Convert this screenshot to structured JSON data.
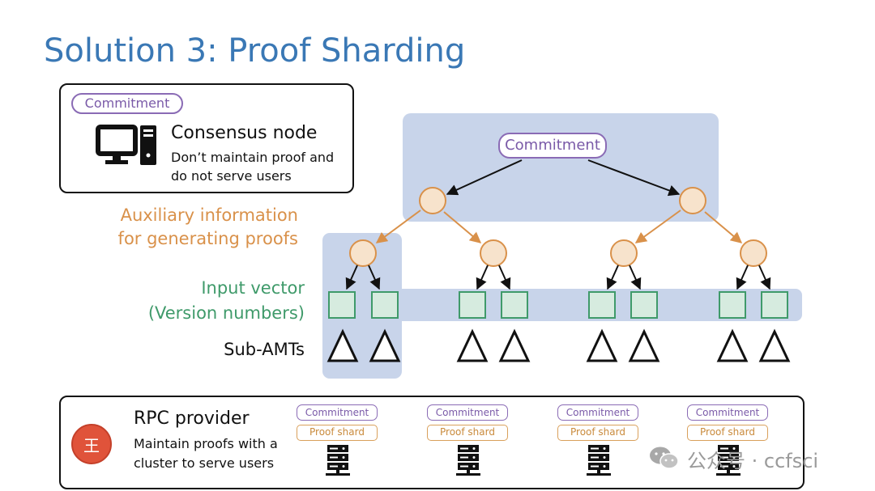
{
  "slide": {
    "title": "Solution 3: Proof Sharding"
  },
  "consensus_box": {
    "commitment_label": "Commitment",
    "node_title": "Consensus node",
    "desc_line1": "Don’t maintain proof and",
    "desc_line2": "do not serve users",
    "icon": "computer-icon"
  },
  "tree": {
    "root_label": "Commitment",
    "aux_label_line1": "Auxiliary information",
    "aux_label_line2": "for generating proofs",
    "input_label_line1": "Input vector",
    "input_label_line2": "(Version numbers)",
    "sub_amts_label": "Sub-AMTs"
  },
  "rpc_box": {
    "icon": "rpc-logo-icon",
    "icon_glyph": "王",
    "title": "RPC provider",
    "desc_line1": "Maintain proofs with a",
    "desc_line2": "cluster to serve users",
    "shards": [
      {
        "commitment": "Commitment",
        "proof": "Proof shard",
        "icon": "server-icon"
      },
      {
        "commitment": "Commitment",
        "proof": "Proof shard",
        "icon": "server-icon"
      },
      {
        "commitment": "Commitment",
        "proof": "Proof shard",
        "icon": "server-icon"
      },
      {
        "commitment": "Commitment",
        "proof": "Proof shard",
        "icon": "server-icon"
      }
    ]
  },
  "watermark": {
    "text": "公众号 · ccfsci",
    "icon": "wechat-icon"
  },
  "colors": {
    "title": "#3a78b5",
    "highlight": "#c8d4ea",
    "commitment": "#8a6bb5",
    "orange": "#d9914a",
    "node_fill": "#f7e3cc",
    "green": "#3f9a6a",
    "leaf_fill": "#d6ebdf",
    "rpc_logo": "#e0533a"
  }
}
